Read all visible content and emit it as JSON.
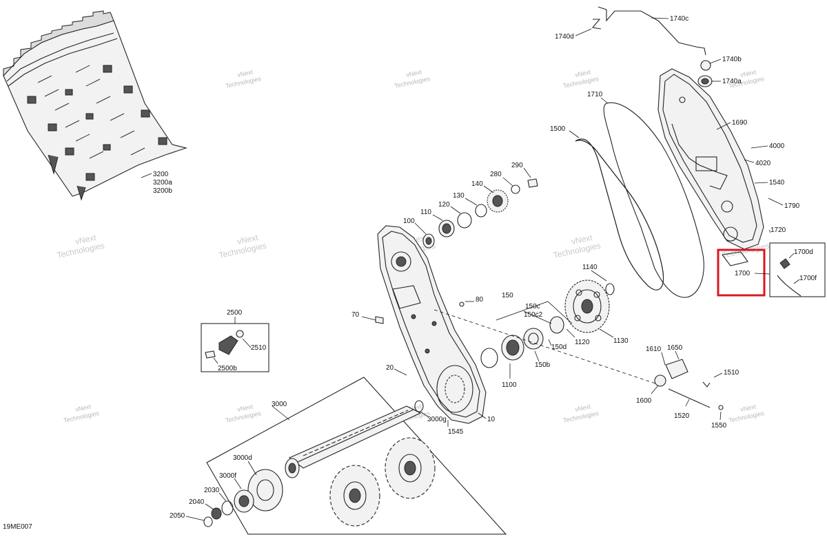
{
  "diagram": {
    "code": "19ME007",
    "watermark": {
      "line1": "vNext",
      "line2": "Technologies"
    },
    "highlight_color": "#d9181e",
    "labels": {
      "l1740c": "1740c",
      "l1740d": "1740d",
      "l1740b": "1740b",
      "l1740a": "1740a",
      "l1710": "1710",
      "l1500": "1500",
      "l1690": "1690",
      "l4000": "4000",
      "l4020": "4020",
      "l1540": "1540",
      "l1790": "1790",
      "l1720": "1720",
      "l1700d": "1700d",
      "l1700": "1700",
      "l1700f": "1700f",
      "l3200": "3200",
      "l3200a": "3200a",
      "l3200b": "3200b",
      "l290": "290",
      "l280": "280",
      "l140": "140",
      "l130": "130",
      "l120": "120",
      "l110": "110",
      "l100": "100",
      "l1140": "1140",
      "l80": "80",
      "l70": "70",
      "l150": "150",
      "l150c": "150c",
      "l150c2": "150c2",
      "l150d": "150d",
      "l1120": "1120",
      "l1130": "1130",
      "l150b": "150b",
      "l1100": "1100",
      "l2500": "2500",
      "l2510": "2510",
      "l2500b": "2500b",
      "l20": "20",
      "l3000": "3000",
      "l3000g": "3000g",
      "l10": "10",
      "l1545": "1545",
      "l1610": "1610",
      "l1650": "1650",
      "l1510": "1510",
      "l1600": "1600",
      "l1520": "1520",
      "l1550": "1550",
      "l3000d": "3000d",
      "l3000f": "3000f",
      "l2030": "2030",
      "l2040": "2040",
      "l2050": "2050"
    }
  }
}
